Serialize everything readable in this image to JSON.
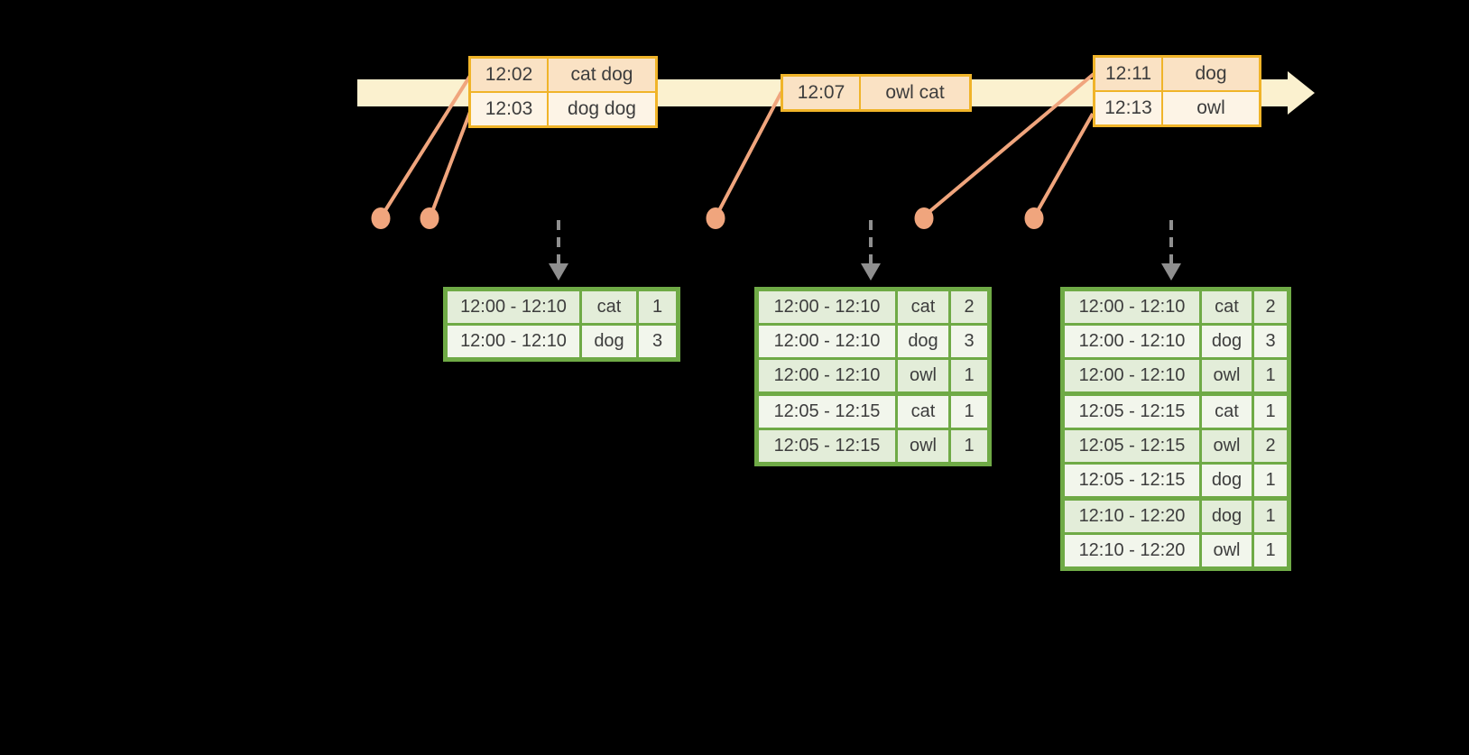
{
  "palette": {
    "background": "#000000",
    "timeline_fill": "#FBF1CF",
    "event_border": "#F0B429",
    "event_row_dark": "#FAE2C4",
    "event_row_light": "#FDF4E6",
    "connector": "#F0A57D",
    "result_border": "#6FAA46",
    "result_row_green": "#E3EDD9",
    "result_row_white": "#F2F6EC",
    "trigger_arrow": "#8F8F8F",
    "text": "#3D3D3D"
  },
  "event_tables": [
    {
      "rows": [
        {
          "time": "12:02",
          "words": "cat dog",
          "shade": "dark"
        },
        {
          "time": "12:03",
          "words": "dog dog",
          "shade": "light"
        }
      ]
    },
    {
      "rows": [
        {
          "time": "12:07",
          "words": "owl cat",
          "shade": "dark"
        }
      ]
    },
    {
      "rows": [
        {
          "time": "12:11",
          "words": "dog",
          "shade": "dark"
        },
        {
          "time": "12:13",
          "words": "owl",
          "shade": "light"
        }
      ]
    }
  ],
  "result_tables": [
    {
      "rows": [
        {
          "window": "12:00 - 12:10",
          "word": "cat",
          "count": "1"
        },
        {
          "window": "12:00 - 12:10",
          "word": "dog",
          "count": "3"
        }
      ],
      "group_breaks": []
    },
    {
      "rows": [
        {
          "window": "12:00 - 12:10",
          "word": "cat",
          "count": "2"
        },
        {
          "window": "12:00 - 12:10",
          "word": "dog",
          "count": "3"
        },
        {
          "window": "12:00 - 12:10",
          "word": "owl",
          "count": "1"
        },
        {
          "window": "12:05 - 12:15",
          "word": "cat",
          "count": "1"
        },
        {
          "window": "12:05 - 12:15",
          "word": "owl",
          "count": "1"
        }
      ],
      "group_breaks": [
        3
      ]
    },
    {
      "rows": [
        {
          "window": "12:00 - 12:10",
          "word": "cat",
          "count": "2"
        },
        {
          "window": "12:00 - 12:10",
          "word": "dog",
          "count": "3"
        },
        {
          "window": "12:00 - 12:10",
          "word": "owl",
          "count": "1"
        },
        {
          "window": "12:05 - 12:15",
          "word": "cat",
          "count": "1"
        },
        {
          "window": "12:05 - 12:15",
          "word": "owl",
          "count": "2"
        },
        {
          "window": "12:05 - 12:15",
          "word": "dog",
          "count": "1"
        },
        {
          "window": "12:10 - 12:20",
          "word": "dog",
          "count": "1"
        },
        {
          "window": "12:10 - 12:20",
          "word": "owl",
          "count": "1"
        }
      ],
      "group_breaks": [
        3,
        6
      ]
    }
  ]
}
